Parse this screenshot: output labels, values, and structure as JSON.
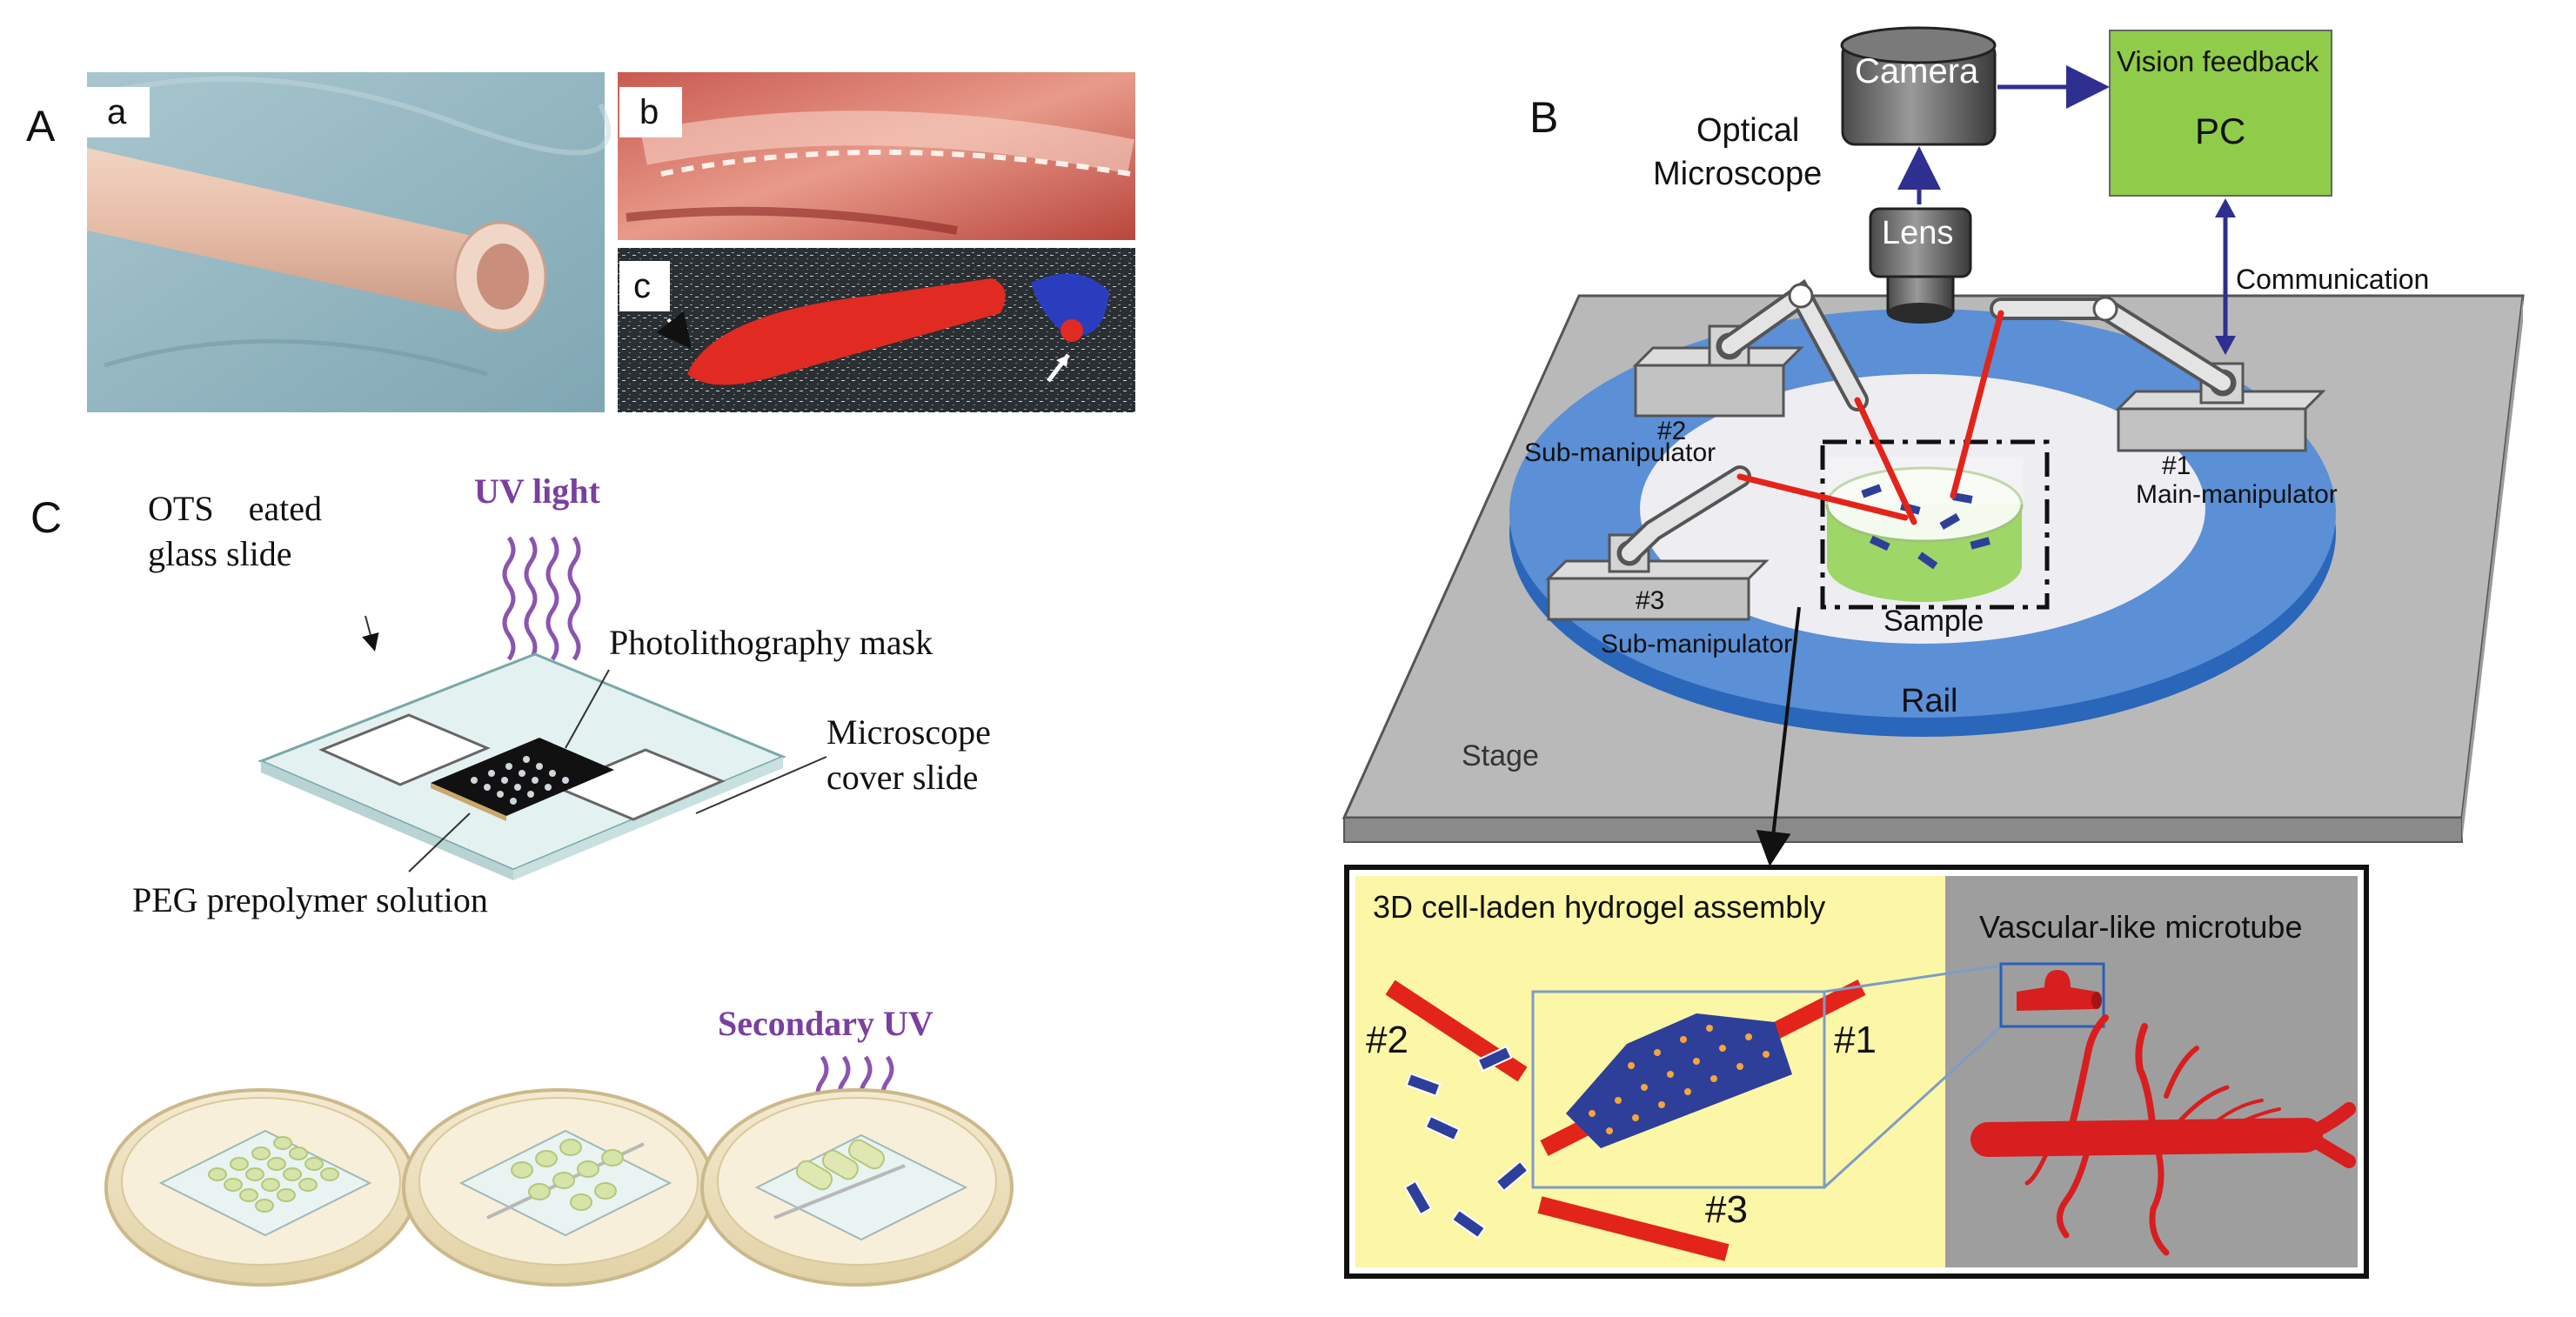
{
  "panel_a": {
    "letter": "A",
    "sub_a": "a",
    "sub_b": "b",
    "sub_c": "c"
  },
  "panel_b": {
    "letter": "B",
    "optical_microscope": [
      "Optical",
      "Microscope"
    ],
    "camera": "Camera",
    "lens": "Lens",
    "vision_feedback": "Vision feedback",
    "pc": "PC",
    "communication": "Communication",
    "manip2_num": "#2",
    "manip2_label": "Sub-manipulator",
    "manip1_num": "#1",
    "manip1_label": "Main-manipulator",
    "manip3_num": "#3",
    "manip3_label": "Sub-manipulator",
    "sample": "Sample",
    "rail": "Rail",
    "stage": "Stage",
    "assembly_title": "3D cell-laden hydrogel assembly",
    "microtube_title": "Vascular-like microtube",
    "inset_2": "#2",
    "inset_1": "#1",
    "inset_3": "#3"
  },
  "panel_c": {
    "letter": "C",
    "ots_line1": "OTS    eated",
    "ots_line2": "glass slide",
    "uv_light": "UV light",
    "mask": "Photolithography mask",
    "cover_line1": "Microscope",
    "cover_line2": "cover slide",
    "peg": "PEG prepolymer solution",
    "secondary_uv": "Secondary UV"
  },
  "colors": {
    "uv_purple": "#7b3fa0",
    "pc_green": "#8fcc4a",
    "rail_blue": "#5b8fd6",
    "inset_yellow": "#fbf7a6",
    "vessel_red": "#e3241b",
    "arrow_navy": "#2e2f8f"
  }
}
